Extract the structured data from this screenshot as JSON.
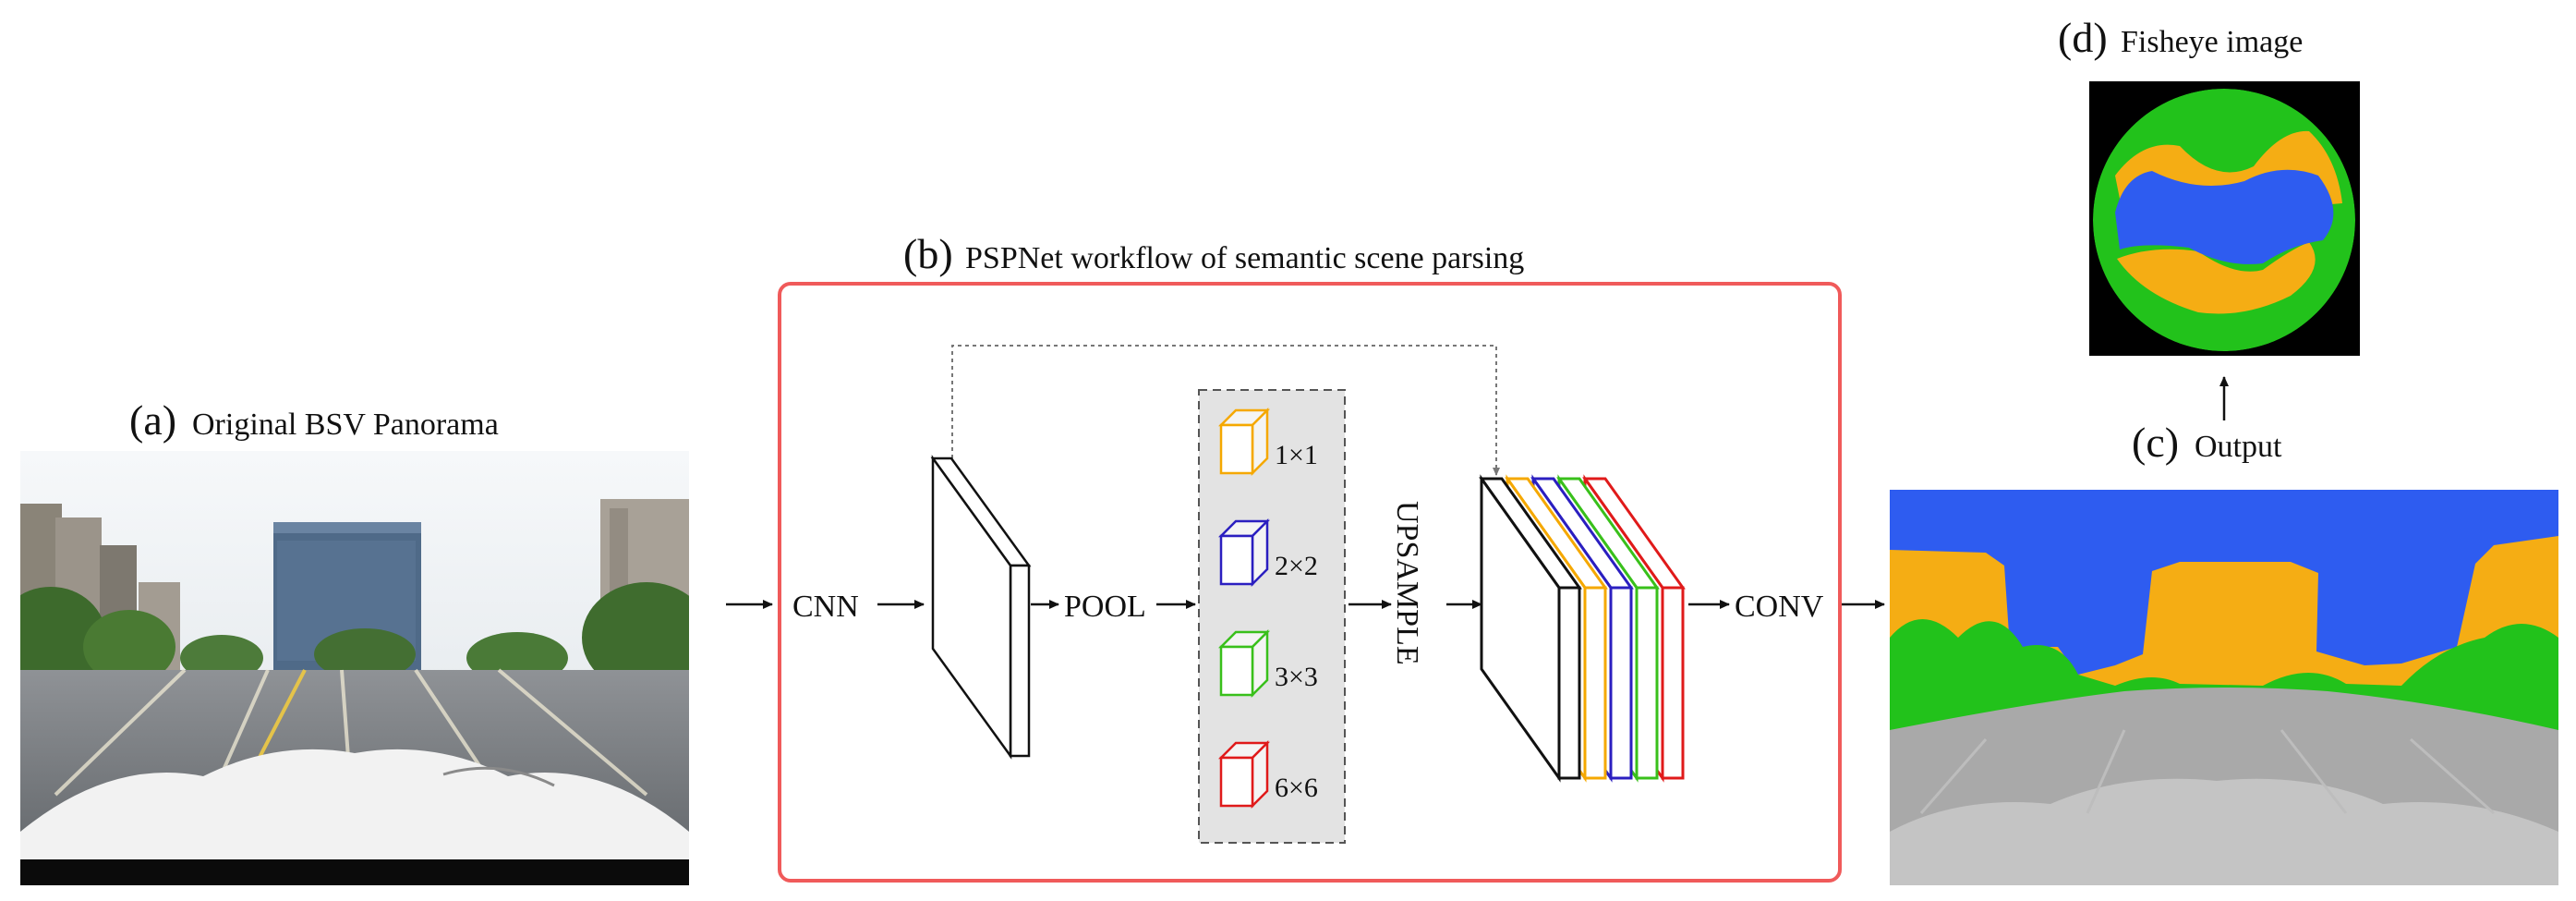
{
  "panel_a": {
    "letter": "(a)",
    "caption": "Original BSV Panorama"
  },
  "panel_b": {
    "letter": "(b)",
    "caption": "PSPNet workflow of semantic scene parsing",
    "cnn_label": "CNN",
    "pool_label": "POOL",
    "upsample_label": "UPSAMPLE",
    "conv_label": "CONV",
    "pyramid_scales": [
      {
        "label": "1×1",
        "color": "#f5a800"
      },
      {
        "label": "2×2",
        "color": "#2b1fc0"
      },
      {
        "label": "3×3",
        "color": "#39c01b"
      },
      {
        "label": "6×6",
        "color": "#e01a1a"
      }
    ],
    "frame_color": "#f05a5a"
  },
  "panel_c": {
    "letter": "(c)",
    "caption": "Output"
  },
  "panel_d": {
    "letter": "(d)",
    "caption": "Fisheye image"
  },
  "segment_colors": {
    "sky": "#2e5cf0",
    "building": "#f5ad14",
    "vegetation": "#22c21b",
    "road": "#a9a9a9",
    "background": "#000000"
  }
}
